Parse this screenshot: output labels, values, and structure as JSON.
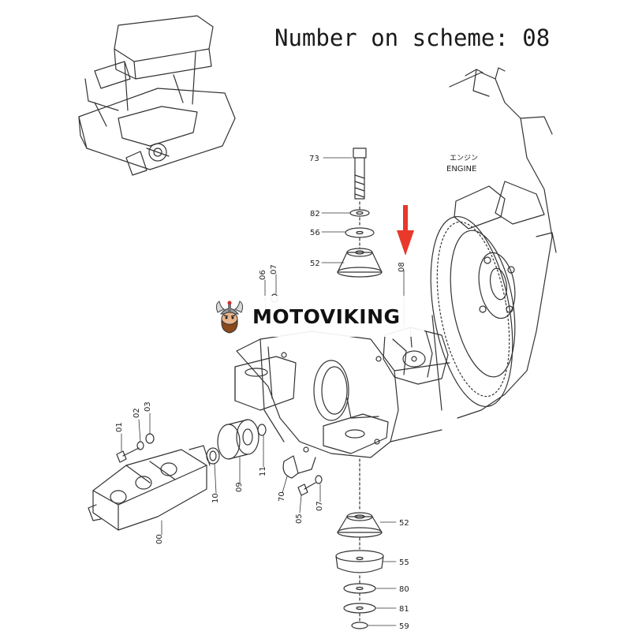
{
  "title": "Number on scheme: 08",
  "brand": {
    "name": "MOTOVIKING",
    "logo_icon": "viking-mascot-icon"
  },
  "engine_label": {
    "japanese": "エンジン",
    "english": "ENGINE"
  },
  "highlight_part": "08",
  "highlight_color": "#e8392b",
  "part_labels": [
    "73",
    "82",
    "56",
    "52",
    "08",
    "06",
    "07",
    "01",
    "02",
    "03",
    "00",
    "10",
    "09",
    "11",
    "70",
    "05",
    "07",
    "52",
    "55",
    "80",
    "81",
    "59"
  ]
}
